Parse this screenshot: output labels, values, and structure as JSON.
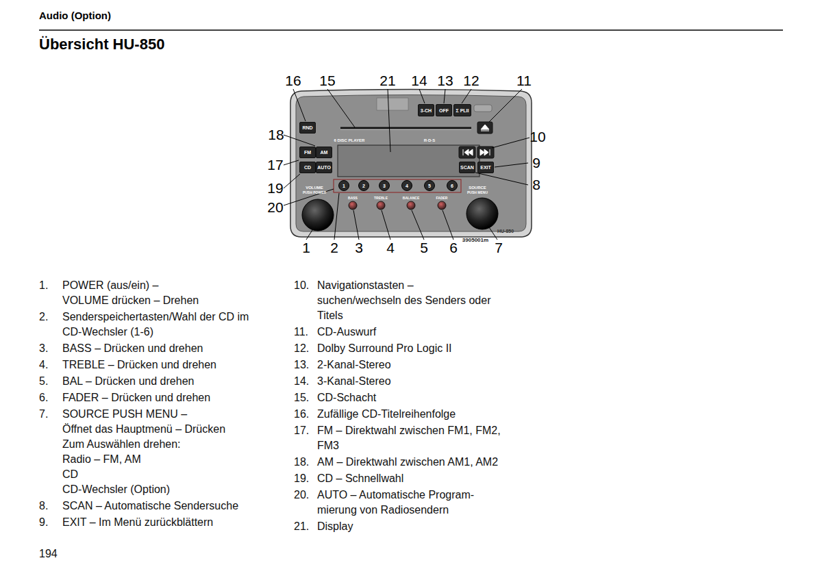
{
  "diagram": {
    "title": "Übersicht HU-850",
    "nodes": [
      {
        "text": [
          "3-CH"
        ]
      },
      {
        "text": [
          "OFF"
        ]
      },
      {
        "text": [
          "Σ PLII"
        ]
      },
      {
        "text": [
          "RND"
        ]
      },
      {
        "text": [
          "FM"
        ]
      },
      {
        "text": [
          "AM"
        ]
      },
      {
        "text": [
          "CD"
        ]
      },
      {
        "text": [
          "AUTO"
        ]
      },
      {
        "text": [
          "SCAN"
        ]
      },
      {
        "text": [
          "EXIT"
        ]
      },
      {
        "text": [
          "1"
        ]
      },
      {
        "text": [
          "2"
        ]
      },
      {
        "text": [
          "3"
        ]
      },
      {
        "text": [
          "4"
        ]
      },
      {
        "text": [
          "5"
        ]
      },
      {
        "text": [
          "6"
        ]
      }
    ],
    "labels": [
      "Audio (Option)",
      "16",
      "15",
      "21",
      "14",
      "13",
      "12",
      "11",
      "18",
      "10",
      "17",
      "9",
      "19",
      "8",
      "20",
      "1",
      "2",
      "3",
      "4",
      "5",
      "6",
      "7",
      "6 DISC PLAYER",
      "R·D·S",
      "VOLUME",
      "PUSH POWER",
      "SOURCE",
      "PUSH MENU",
      "BASS",
      "TREBLE",
      "BALANCE",
      "FADER",
      "HU-850",
      "3905001m",
      "1.",
      "POWER (aus/ein) –",
      "VOLUME drücken – Drehen",
      "2.",
      "Senderspeichertasten/Wahl der CD im",
      "CD-Wechsler (1-6)",
      "3.",
      "BASS – Drücken und drehen",
      "4.",
      "TREBLE – Drücken und drehen",
      "5.",
      "BAL – Drücken und drehen",
      "6.",
      "FADER – Drücken und drehen",
      "7.",
      "SOURCE PUSH MENU –",
      "Öffnet das Hauptmenü – Drücken",
      "Zum Auswählen drehen:",
      "Radio – FM, AM",
      "CD",
      "CD-Wechsler (Option)",
      "8.",
      "SCAN – Automatische Sendersuche",
      "9.",
      "EXIT – Im Menü zurückblättern",
      "10.",
      "Navigationstasten –",
      "suchen/wechseln des Senders oder",
      "Titels",
      "11.",
      "CD-Auswurf",
      "12.",
      "Dolby Surround Pro Logic II",
      "13.",
      "2-Kanal-Stereo",
      "14.",
      "3-Kanal-Stereo",
      "15.",
      "CD-Schacht",
      "16.",
      "Zufällige CD-Titelreihenfolge",
      "17.",
      "FM – Direktwahl zwischen FM1, FM2,",
      "FM3",
      "18.",
      "AM – Direktwahl zwischen AM1, AM2",
      "19.",
      "CD – Schnellwahl",
      "20.",
      "AUTO – Automatische Program-",
      "mierung von Radiosendern",
      "21.",
      "Display",
      "194"
    ]
  }
}
